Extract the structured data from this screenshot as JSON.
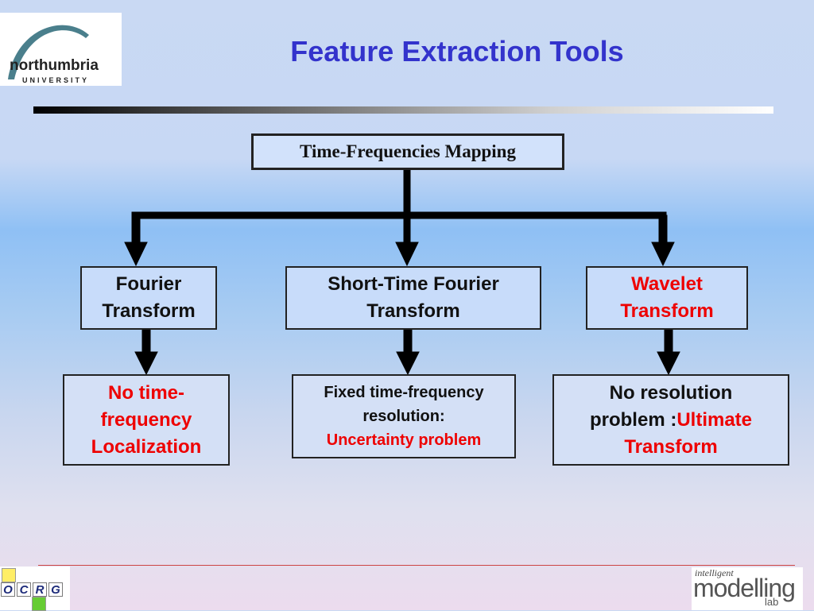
{
  "title": "Feature Extraction Tools",
  "logos": {
    "northumbria_word": "northumbria",
    "northumbria_sub": "UNIVERSITY",
    "ocrg_letters": [
      "O",
      "C",
      "R",
      "G"
    ],
    "iml_small": "intelligent",
    "iml_big": "modelling",
    "iml_lab": "lab"
  },
  "colors": {
    "title": "#3333cc",
    "highlight": "#ee0000",
    "box_fill": "#c8dcfa",
    "border": "#222222"
  },
  "diagram": {
    "root": "Time-Frequencies Mapping",
    "methods": [
      {
        "line1": "Fourier",
        "line2": "Transform",
        "highlight": false
      },
      {
        "line1": "Short-Time Fourier",
        "line2": "Transform",
        "highlight": false
      },
      {
        "line1": "Wavelet",
        "line2": "Transform",
        "highlight": true
      }
    ],
    "outcomes": [
      {
        "l1": "No time-",
        "l2": "frequency",
        "l3": "Localization"
      },
      {
        "l1": "Fixed time-frequency",
        "l2": "resolution:",
        "l3": "Uncertainty problem"
      },
      {
        "l1": "No resolution",
        "l2a": "problem :",
        "l2b": "Ultimate",
        "l3": "Transform"
      }
    ]
  }
}
